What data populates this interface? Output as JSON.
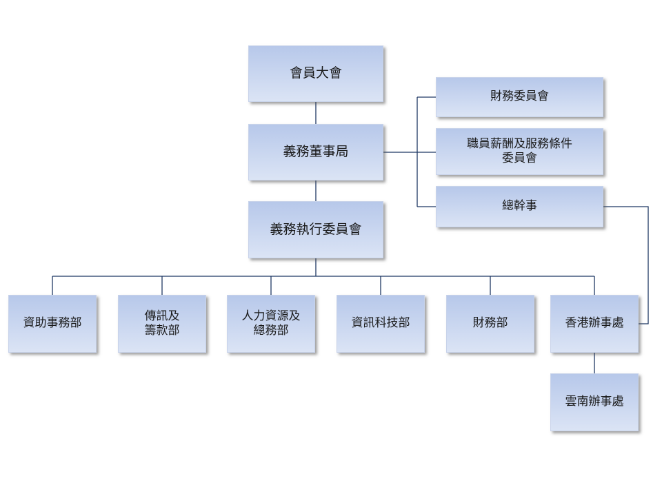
{
  "nodes": {
    "general_meeting": "會員大會",
    "board": "義務董事局",
    "executive_committee": "義務執行委員會",
    "finance_committee": "財務委員會",
    "remuneration_committee_line1": "職員薪酬及服務條件",
    "remuneration_committee_line2": "委員會",
    "general_secretary": "總幹事",
    "sponsorship_dept": "資助事務部",
    "comms_dept_line1": "傳訊及",
    "comms_dept_line2": "籌款部",
    "hr_dept_line1": "人力資源及",
    "hr_dept_line2": "總務部",
    "it_dept": "資訊科技部",
    "finance_dept": "財務部",
    "hk_office": "香港辦事處",
    "yunnan_office": "雲南辦事處"
  },
  "colors": {
    "box_top": "#b7c8ea",
    "box_bottom": "#dbe4f5",
    "connector": "#1f3864"
  }
}
